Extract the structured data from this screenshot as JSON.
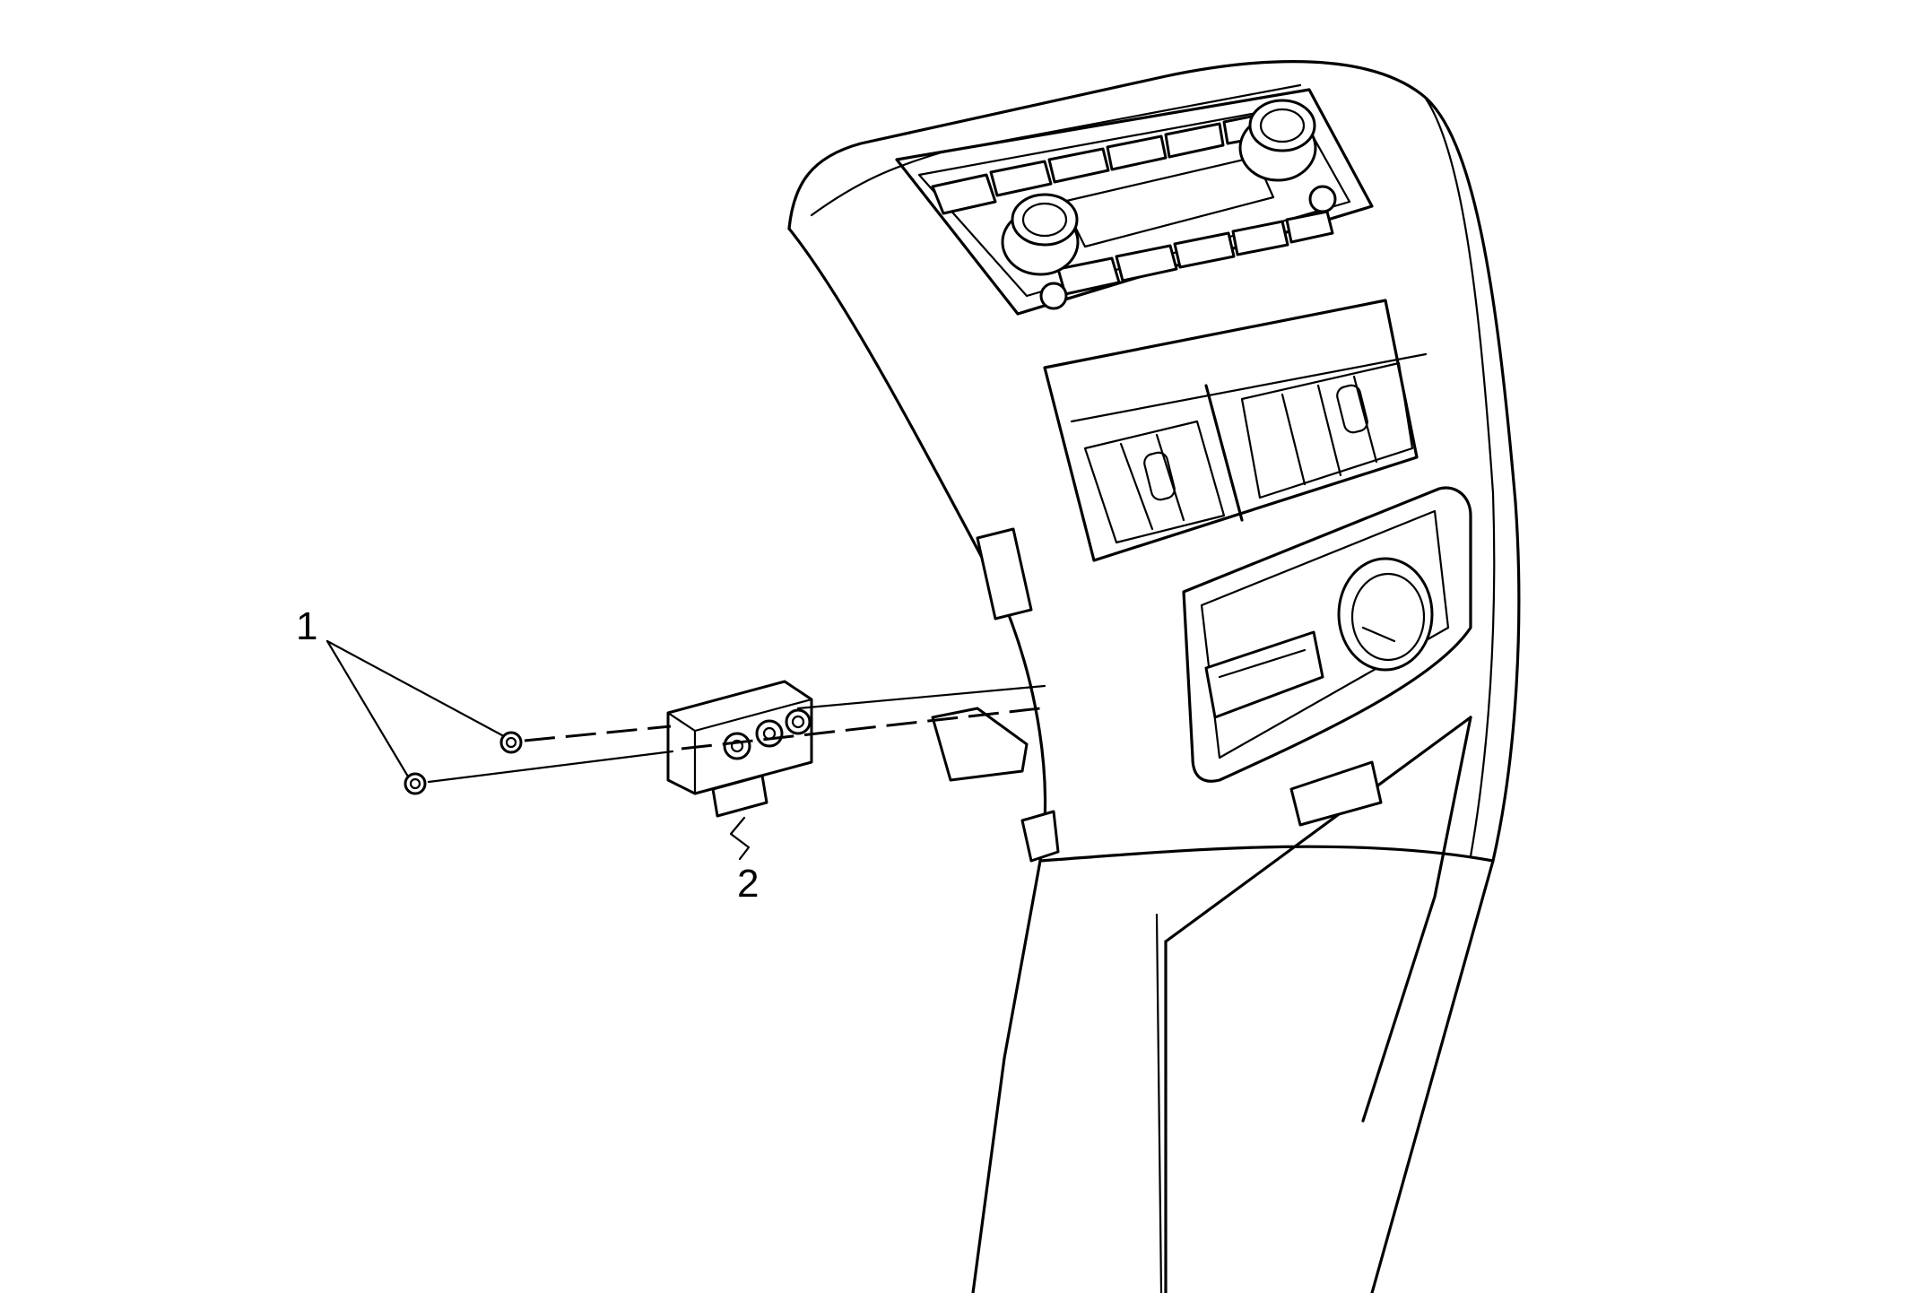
{
  "figure": {
    "callouts": [
      {
        "id": "1",
        "label": "1"
      },
      {
        "id": "2",
        "label": "2"
      }
    ],
    "line_color": "#000000",
    "background": "#ffffff"
  }
}
